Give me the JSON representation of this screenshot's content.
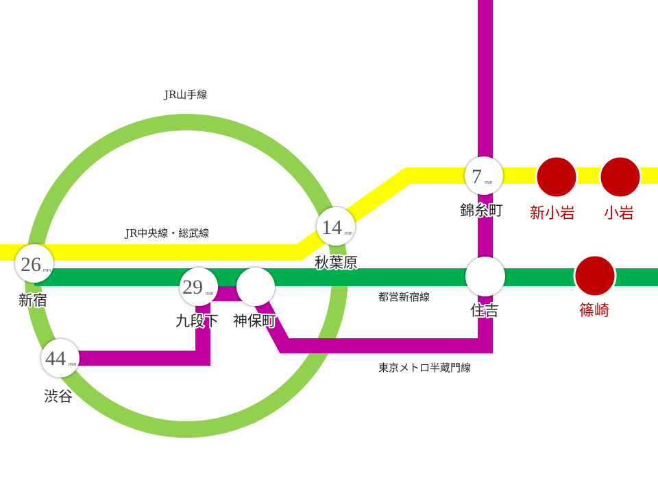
{
  "lines": {
    "yamanote": {
      "name": "JR山手線",
      "color": "#92d050"
    },
    "chuo_sobu": {
      "name": "JR中央線・総武線",
      "color": "#ffff00"
    },
    "shinjuku": {
      "name": "都営新宿線",
      "color": "#00b050"
    },
    "hanzomon": {
      "name": "東京メトロ半蔵門線",
      "color": "#c000a0"
    }
  },
  "stations": {
    "shinjuku": {
      "name": "新宿",
      "minutes": "26",
      "unit": "min"
    },
    "shibuya": {
      "name": "渋谷",
      "minutes": "44",
      "unit": "min"
    },
    "kudanshita": {
      "name": "九段下",
      "minutes": "29",
      "unit": "min"
    },
    "jimbocho": {
      "name": "神保町"
    },
    "akihabara": {
      "name": "秋葉原",
      "minutes": "14",
      "unit": "min"
    },
    "kinshicho": {
      "name": "錦糸町",
      "minutes": "7",
      "unit": "min"
    },
    "sumiyoshi": {
      "name": "住吉"
    },
    "shinkoiwa": {
      "name": "新小岩"
    },
    "koiwa": {
      "name": "小岩"
    },
    "shinozaki": {
      "name": "篠崎"
    }
  },
  "highlight_color": "#c00000"
}
